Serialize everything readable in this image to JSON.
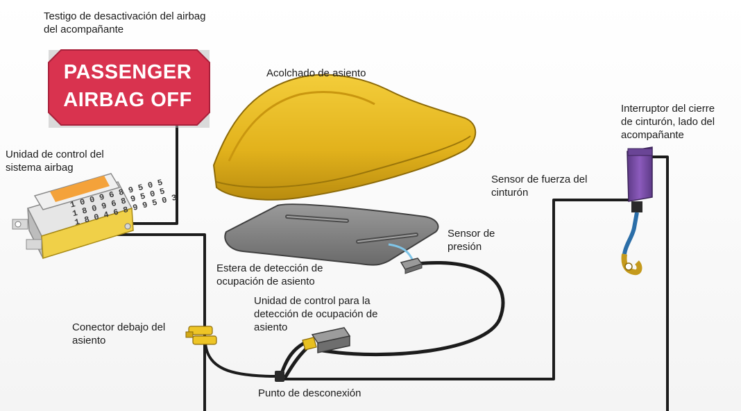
{
  "diagram": {
    "labels": {
      "warning_lamp": "Testigo de desactivación del airbag\ndel acompañante",
      "airbag_unit": "Unidad de control del\nsistema airbag",
      "seat_cushion": "Acolchado de asiento",
      "belt_switch": "Interruptor del cierre\nde cinturón, lado del\nacompañante",
      "belt_force_sensor": "Sensor de fuerza del\ncinturón",
      "pressure_sensor": "Sensor de\npresión",
      "occupancy_mat": "Estera de detección de\nocupación de asiento",
      "occupancy_unit": "Unidad de control para la\ndetección de ocupación de\nasiento",
      "seat_connector": "Conector debajo del\nasiento",
      "disconnect_point": "Punto de desconexión"
    },
    "sign_text": "PASSENGER\nAIRBAG OFF",
    "ecu_print": "1 0 0 9 6 8 9 5 0 5\n1 8 0 9 6 8 9 5 0 5\n1 8 0 4 6 8 9 9 5 0 3",
    "colors": {
      "sign_red": "#d9334f",
      "cushion_yellow": "#e8b81e",
      "cable": "#1c1c1c",
      "mat_grey": "#7e7e7e",
      "belt_purple": "#7e4fa8"
    }
  }
}
